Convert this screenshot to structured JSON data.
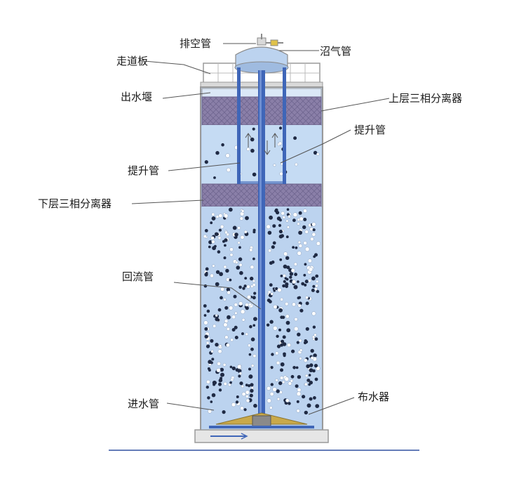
{
  "labels": {
    "exhaust_pipe": "排空管",
    "biogas_pipe": "沼气管",
    "walkway_plate": "走道板",
    "outlet_weir": "出水堰",
    "upper_separator": "上层三相分离器",
    "riser_right": "提升管",
    "riser_left": "提升管",
    "lower_separator": "下层三相分离器",
    "return_pipe": "回流管",
    "water_distributor": "布水器",
    "inlet_pipe": "进水管"
  },
  "colors": {
    "water": "#bcd3ef",
    "water_light": "#cfe0f5",
    "separator": "#8a7fa8",
    "pipe": "#3f66b8",
    "distributor": "#c9a94a",
    "frame": "#9a9a9a",
    "baseline": "#3050a0"
  }
}
